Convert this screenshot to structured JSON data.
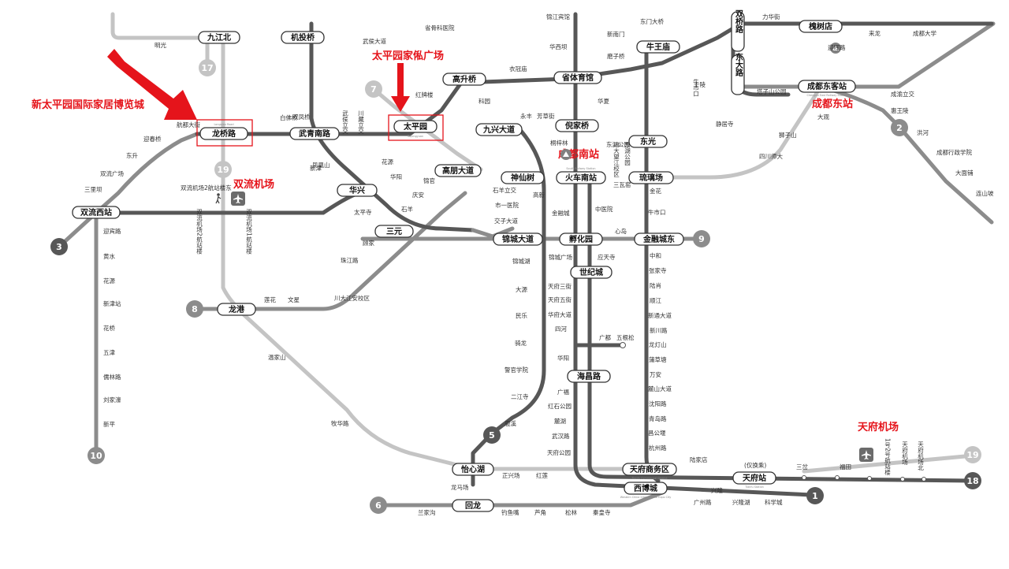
{
  "annotations": {
    "xintaiping": "新太平园国际家居博览城",
    "taipingyuan": "太平园家俬广场",
    "shuangliu_airport": "双流机场",
    "chengdu_south": "成都南站",
    "chengdu_east": "成都东站",
    "tianfu_airport": "天府机场"
  },
  "hubs": {
    "jiujiangbei": "九江北",
    "jitouqiao": "机投桥",
    "longqiaolu": "龙桥路",
    "wuqingnanlu": "武青南路",
    "taipingyuan": "太平园",
    "gaoshengqiao": "高升桥",
    "shengtiyuguan": "省体育馆",
    "jiuxingdadao": "九兴大道",
    "nijiaqiao": "倪家桥",
    "niuwangmiao": "牛王庙",
    "shuangqiaolu": "双桥路",
    "huaishudian": "槐树店",
    "dongdalu": "东大路",
    "chengdudongkezhan": "成都东客站",
    "dongguang": "东光",
    "gaopengdadao": "高朋大道",
    "shenxianshu": "神仙树",
    "huochenanzhan": "火车南站",
    "liuliichang": "琉璃场",
    "huaxing": "华兴",
    "shuangliuxizhan": "双流西站",
    "sanyuan": "三元",
    "jinchengdadao": "锦城大道",
    "fuhuayuan": "孵化园",
    "jinrongchengdong": "金融城东",
    "shijicheng": "世纪城",
    "longgang": "龙港",
    "haichanglu": "海昌路",
    "yixinhu": "怡心湖",
    "tianfushangwuqu": "天府商务区",
    "tianfuzhan": "天府站",
    "xibocheng": "西博城",
    "huilong": "回龙"
  },
  "hub_subtitles": {
    "longqiaolu": "Longqiao Road",
    "taipingyuan": "Taipingyuan",
    "huochenanzhan": "South Railway Station",
    "tianfushangwuqu": "Tianfu Commercial District",
    "xibocheng": "Western China International Expo City",
    "tianfuzhan": "Tianfu Station",
    "chengdudongkezhan": "Chengdu East Railway Station"
  },
  "stations": {
    "mingguang": "明光",
    "baifoqiao": "白佛桥",
    "shengguyiyuan": "省骨科医院",
    "jinjiangbinguan": "锦江宾馆",
    "dongmendaqiao": "东门大桥",
    "lihuajie": "力华街",
    "hangdudajie": "航都大街",
    "yingchunqiao": "迎春桥",
    "dongsheng": "东升",
    "shuangfengqiao": "双凤桥",
    "shuangliuguangchang": "双流广场",
    "sanlixiao": "三里坝",
    "wuhoudadao": "武侯大道",
    "xinnanmen": "新南门",
    "huaxiba": "华西坝",
    "mopanqiao": "磨子桥",
    "yixueguan": "衣冠庙",
    "hongpailou": "红牌楼",
    "kejiyuan": "科园",
    "yongfeng": "永丰",
    "fangcaojie": "芳草街",
    "tongziqiao": "桐梓林",
    "niushikou": "牛市口",
    "jingjusi": "静居寺",
    "dongshengnanzhan": "东湖公园",
    "shiziling": "狮子山",
    "sichuanshida": "四川师大",
    "yingshulu": "迎晖路",
    "dongkeyuan": "塔子山公园",
    "laiyong": "来龙",
    "shimuyuan": "十陵",
    "chengdudaxue": "成都大学",
    "chengduxingzheng": "成都行政学院",
    "dagang": "大观",
    "dachongpu": "大面铺",
    "lianshanpo": "连山坡",
    "huiyu": "惠王陵",
    "honghe": "洪河",
    "chengyuxi": "成渝立交",
    "wenxingfang": "文星",
    "lianhua": "莲花",
    "shuangliuzhan": "双流机场2航站楼东",
    "huaxiaoshi": "华阳",
    "tiantai": "太平寺",
    "jingang": "金花",
    "gulan": "顾家",
    "zhujiangdao": "珠江路",
    "chuanda": "川大江安校区",
    "shunfeng": "顺风",
    "qing an": "庆安",
    "shiyang": "石羊",
    "shiyanglijiao": "石羊立交",
    "shiyiyuan": "市一医院",
    "jiaozilu": "交子大道",
    "jinchenghu": "锦城湖",
    "dayuan": "大源",
    "minle": "民乐",
    "qilong": "骑龙",
    "jingchaxueyuan": "警官学院",
    "erjiangsi": "二江寺",
    "ludu": "鹿溪",
    "gaoxin": "高新",
    "jinronglu": "金融城",
    "jinchengguangchang": "锦城广场",
    "tianfusanjie": "天府三街",
    "tianfuwujie": "天府五街",
    "huafudadao": "华府大道",
    "sihe": "四河",
    "guangdu": "广都",
    "wugensong": "五根松",
    "huayang": "华阳",
    "guanghua": "广福",
    "hongshigongyuan": "红石公园",
    "luhu": "麓湖",
    "wuhanlu": "武汉路",
    "tianfugongyuan": "天府公园",
    "zhongbai": "中和",
    "zhangjiasi": "张家寺",
    "yingzhou": "陆肖",
    "shunguang": "顺江",
    "xinjiandadao": "新通大道",
    "xinchuanlu": "新川路",
    "longdengshan": "龙灯山",
    "putaomiao": "蒲草塘",
    "wanan": "万安",
    "lushandadao": "麓山大道",
    "shenyanglu": "沈阳路",
    "qingdaolu": "青岛路",
    "changdaogongyuan": "昌公堰",
    "hangzhoulu": "杭州路",
    "xinglong": "兴隆",
    "xinglonghu": "兴隆湖",
    "guangzhoulu": "广州路",
    "kexuecheng": "科学城",
    "lujiadian": "陆家店",
    "sancha": "三岔",
    "futian": "福田",
    "jiu_note": "(仅换乘)",
    "yingchunlu": "迎宾路",
    "xunan": "新津",
    "huanghuayuan": "黄水",
    "huayuan": "花源",
    "xinjinzhan": "新津站",
    "huaqiao": "花桥",
    "wujin": "五津",
    "manlinlu": "儒林路",
    "liujiahao": "刘家濠",
    "xinping": "新平",
    "zhengxingqiao": "正兴场",
    "hongchang": "红莲",
    "sanjiaogou": "兰家沟",
    "longmachang": "龙马场",
    "diaoyuzui": "钓鱼嘴",
    "luojiao": "芦角",
    "songlin": "松林",
    "qinhuangsi": "秦皇寺",
    "muhualu": "牧华路",
    "wenjiashan": "温家山",
    "hanjia": "凤凰山",
    "yonghaosi": "应天寺",
    "huajiashan": "华夏",
    "jinxian": "锦官",
    "zhongyiyuan": "中医院",
    "dongyuan": "三瓦窑",
    "xinyuan": "心岛"
  },
  "vertical_labels": {
    "wuhouliqiao": "武侯立交",
    "chuancangliqiao": "川藏立交",
    "shuangliujichang2": "双流机场2航站楼",
    "shuangliujichang1": "双流机场1航站楼",
    "chuandawangjiang": "川大望江校区",
    "dongxiagongyuan": "东湖公园",
    "niushikou_v": "牛市口",
    "tianfu_t1t2": "1号2号航站楼",
    "tianfujichangbei": "天府机场北",
    "tianfujichangnan": "天府机场"
  },
  "line_numbers": {
    "l17": "17",
    "l19a": "19",
    "l7": "7",
    "l2": "2",
    "l3": "3",
    "l9": "9",
    "l8": "8",
    "l10": "10",
    "l5": "5",
    "l6": "6",
    "l1": "1",
    "l18": "18",
    "l19b": "19"
  },
  "colors": {
    "annotation": "#e5141b",
    "dark_line": "#575757",
    "mid_line": "#8c8c8c",
    "light_line": "#c4c4c4"
  }
}
